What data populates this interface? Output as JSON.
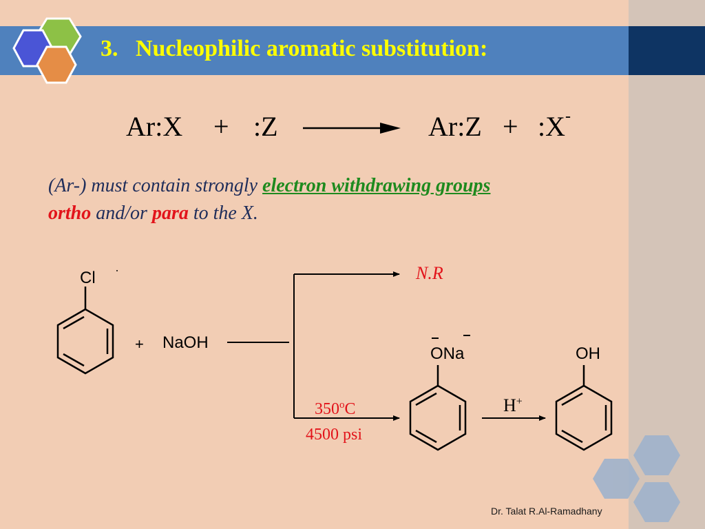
{
  "slide": {
    "title": "3.   Nucleophilic aromatic substitution:",
    "equation": {
      "reactant1": "Ar:X",
      "plus1": "+",
      "reactant2": ":Z",
      "product1": "Ar:Z",
      "plus2": "+",
      "product2": ":X",
      "product2_charge": "-"
    },
    "condition_text": {
      "part1": "(Ar-) must contain strongly ",
      "highlight": "electron withdrawing groups",
      "ortho": "ortho",
      "middle": " and/or ",
      "para": "para",
      "end": " to the X."
    },
    "reaction": {
      "substituent_cl": "Cl",
      "plus": "+",
      "reagent": "NaOH",
      "no_reaction": "N.R",
      "temperature": "350",
      "temperature_sup": "o",
      "temperature_unit": "C",
      "pressure": "4500 psi",
      "phenoxide_label": "ONa",
      "acid_label": "H",
      "acid_charge": "+",
      "phenol_label": "OH"
    },
    "footer": "Dr. Talat R.Al-Ramadhany"
  },
  "colors": {
    "background": "#f2cdb4",
    "title_bar": "#4f81bd",
    "title_text": "#ffff00",
    "highlight_green": "#1e8a1e",
    "highlight_red": "#e2131a"
  }
}
